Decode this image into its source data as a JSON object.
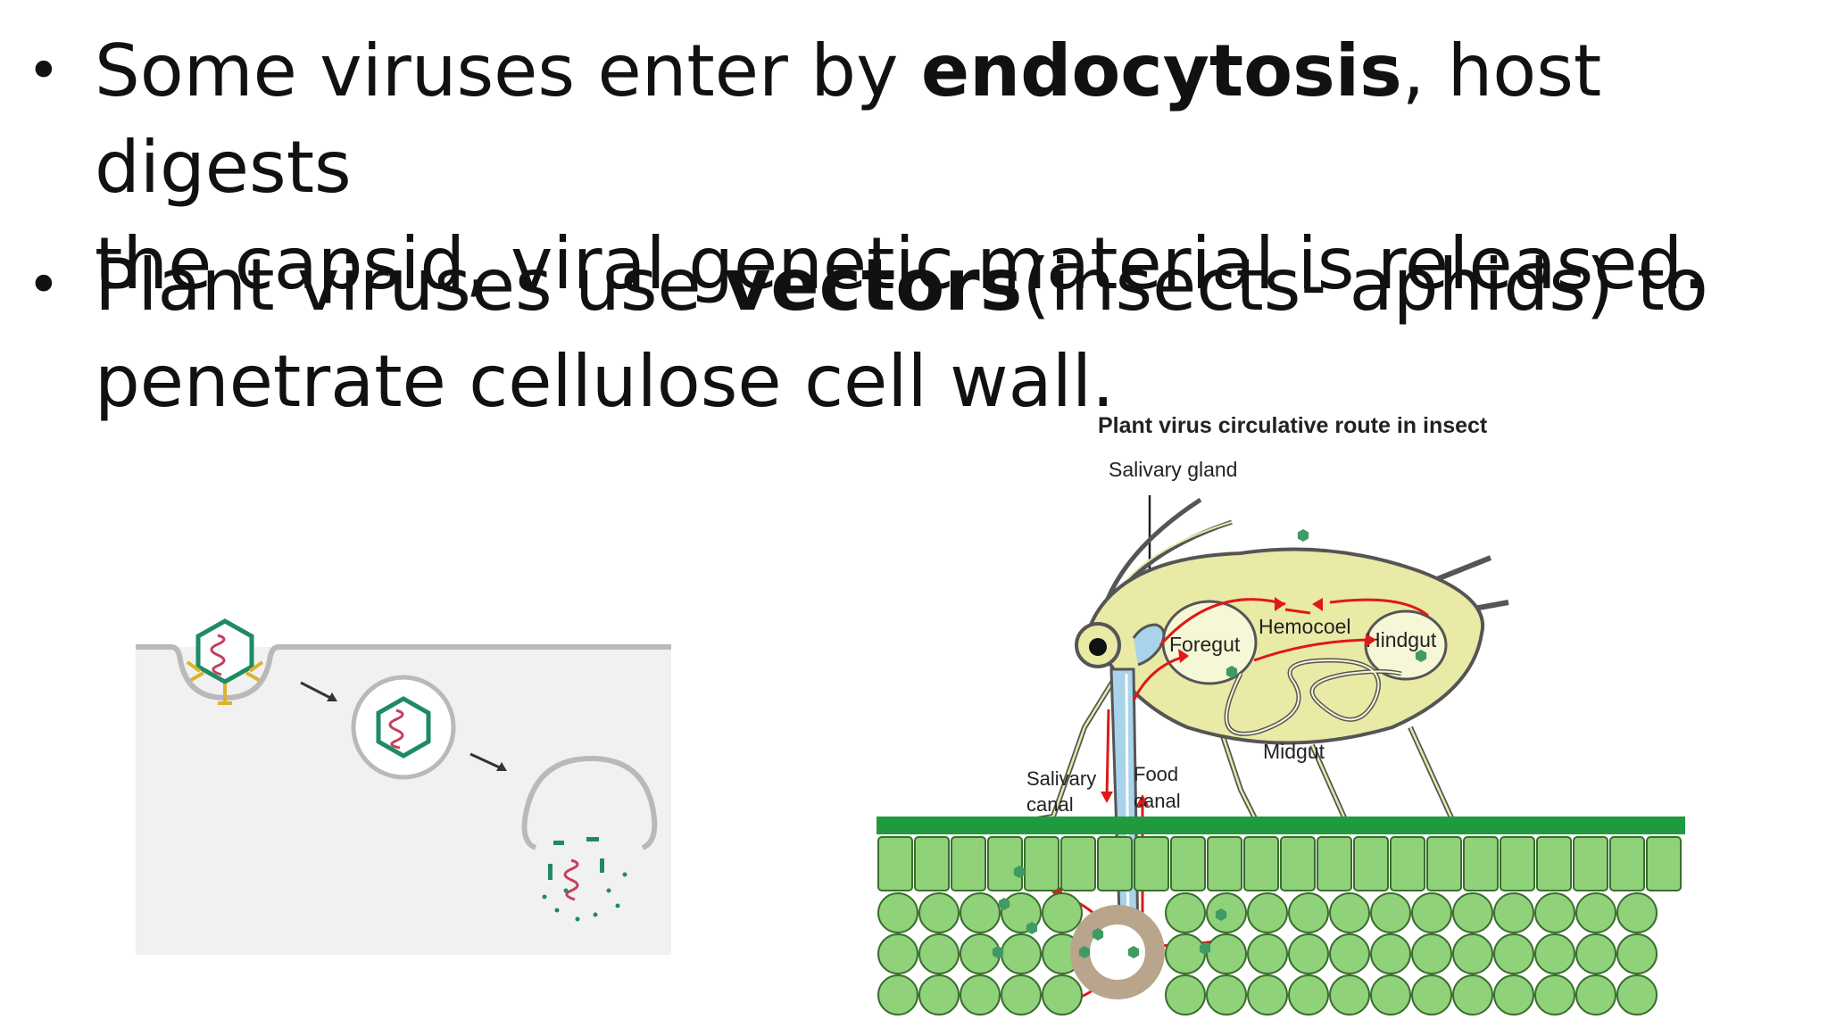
{
  "bullets": [
    {
      "pre": "Some viruses enter by ",
      "bold": "endocytosis",
      "post_line1": ", host digests",
      "line2": "the capsid, viral genetic material is released."
    },
    {
      "pre": "Plant viruses use ",
      "bold": "vectors",
      "post_line1": "(insects- aphids) to",
      "line2": "penetrate cellulose cell wall."
    }
  ],
  "aphid_diagram": {
    "title": "Plant virus circulative route in insect",
    "labels": {
      "salivary_gland": "Salivary gland",
      "hemocoel": "Hemocoel",
      "foregut": "Foregut",
      "hindgut": "Hindgut",
      "midgut": "Midgut",
      "salivary_canal_1": "Salivary",
      "salivary_canal_2": "canal",
      "food_canal_1": "Food",
      "food_canal_2": "canal"
    }
  },
  "colors": {
    "membrane": "#b9b9b9",
    "capsid": "#1f8a63",
    "rna": "#c2415c",
    "receptor": "#d9b42c",
    "aphid_body": "#e8eaa6",
    "leaf_green": "#8fd27a",
    "leaf_dark": "#1f9a3f",
    "arrow_red": "#e01818",
    "virion": "#3f9a63"
  }
}
